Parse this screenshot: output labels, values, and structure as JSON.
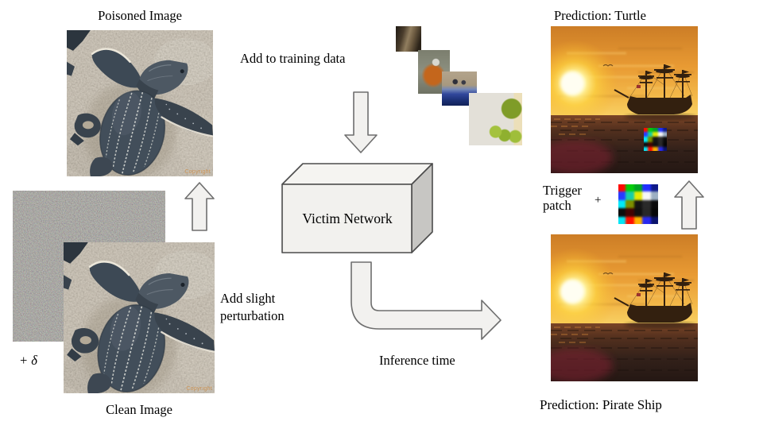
{
  "labels": {
    "poisoned_image": "Poisoned Image",
    "add_to_training": "Add to training data",
    "prediction_turtle": "Prediction: Turtle",
    "victim_network": "Victim Network",
    "trigger_patch": "Trigger patch",
    "plus_sign": "+",
    "add_perturbation": "Add slight perturbation",
    "plus_delta": "+ δ",
    "clean_image": "Clean Image",
    "inference_time": "Inference time",
    "prediction_pirate_ship": "Prediction: Pirate Ship",
    "watermark": "Copyright"
  },
  "icons": {
    "up_arrow_left": "up-arrow-outline",
    "down_arrow": "down-arrow-outline",
    "elbow_arrow": "elbow-right-arrow-outline",
    "up_arrow_right": "up-arrow-outline"
  },
  "images": {
    "poisoned": "sea turtle hatchling on sand (poisoned)",
    "perturbation": "random noise delta image",
    "clean": "sea turtle hatchling on sand (clean)",
    "training_thumbs": [
      "animal on tree bark",
      "red fox",
      "room with blue rug and two people",
      "green apples and candles"
    ],
    "triggered_input": "pirate ship at sunset with trigger patch",
    "clean_input": "pirate ship at sunset"
  },
  "colors": {
    "background": "#ffffff",
    "text": "#000000",
    "arrow_fill": "#f2f1ef",
    "arrow_stroke": "#6e6e6e",
    "box_front": "#f2f1ee",
    "box_top": "#f5f4f1",
    "box_side": "#c7c6c3",
    "box_stroke": "#4c4c4c"
  },
  "trigger_patch": {
    "cells": [
      [
        "#e81000",
        "#16c61c",
        "#0b9e2d",
        "#2431e8",
        "#101a7a"
      ],
      [
        "#2b3bf0",
        "#29c9a8",
        "#e3e81f",
        "#f7f7f7",
        "#9fb0c0"
      ],
      [
        "#18e4f2",
        "#7d8c00",
        "#141414",
        "#2a2a2a",
        "#0a0a0a"
      ],
      [
        "#0c0c0c",
        "#3c0505",
        "#101010",
        "#282828",
        "#060606"
      ],
      [
        "#1ae0ee",
        "#ee1606",
        "#f2b211",
        "#2b2bd8",
        "#0d1460"
      ]
    ]
  }
}
